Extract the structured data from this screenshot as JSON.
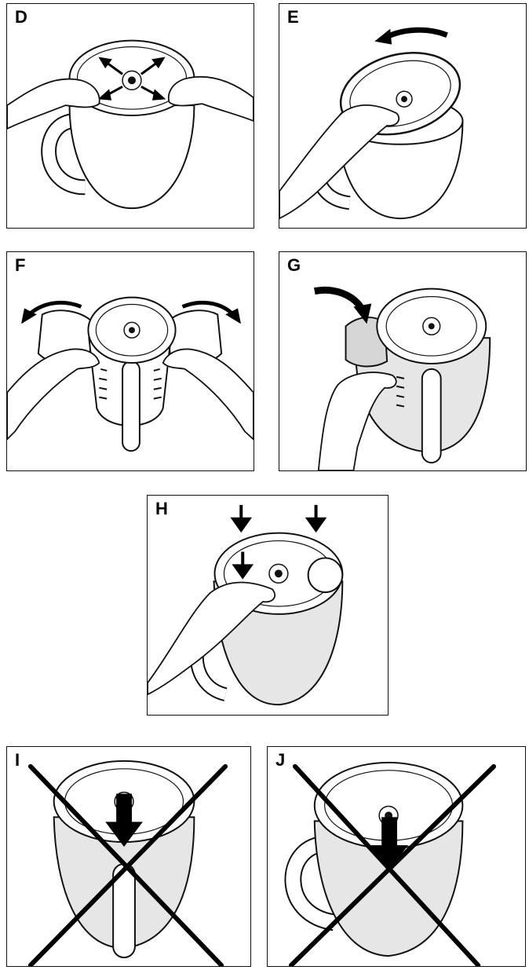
{
  "panels": {
    "d": {
      "label": "D",
      "fill": "#ffffff"
    },
    "e": {
      "label": "E",
      "fill": "#ffffff"
    },
    "f": {
      "label": "F",
      "fill": "#ffffff"
    },
    "g": {
      "label": "G",
      "fill": "#e6e6e6"
    },
    "h": {
      "label": "H",
      "fill": "#e6e6e6"
    },
    "i": {
      "label": "I",
      "fill": "#e6e6e6"
    },
    "j": {
      "label": "J",
      "fill": "#e6e6e6"
    }
  },
  "colors": {
    "ink": "#111111",
    "shade": "#e6e6e6",
    "arrow": "#000000"
  },
  "icons": {
    "arrow": "direction-arrow-icon",
    "cross": "prohibited-cross-icon",
    "hand": "hand-icon"
  }
}
